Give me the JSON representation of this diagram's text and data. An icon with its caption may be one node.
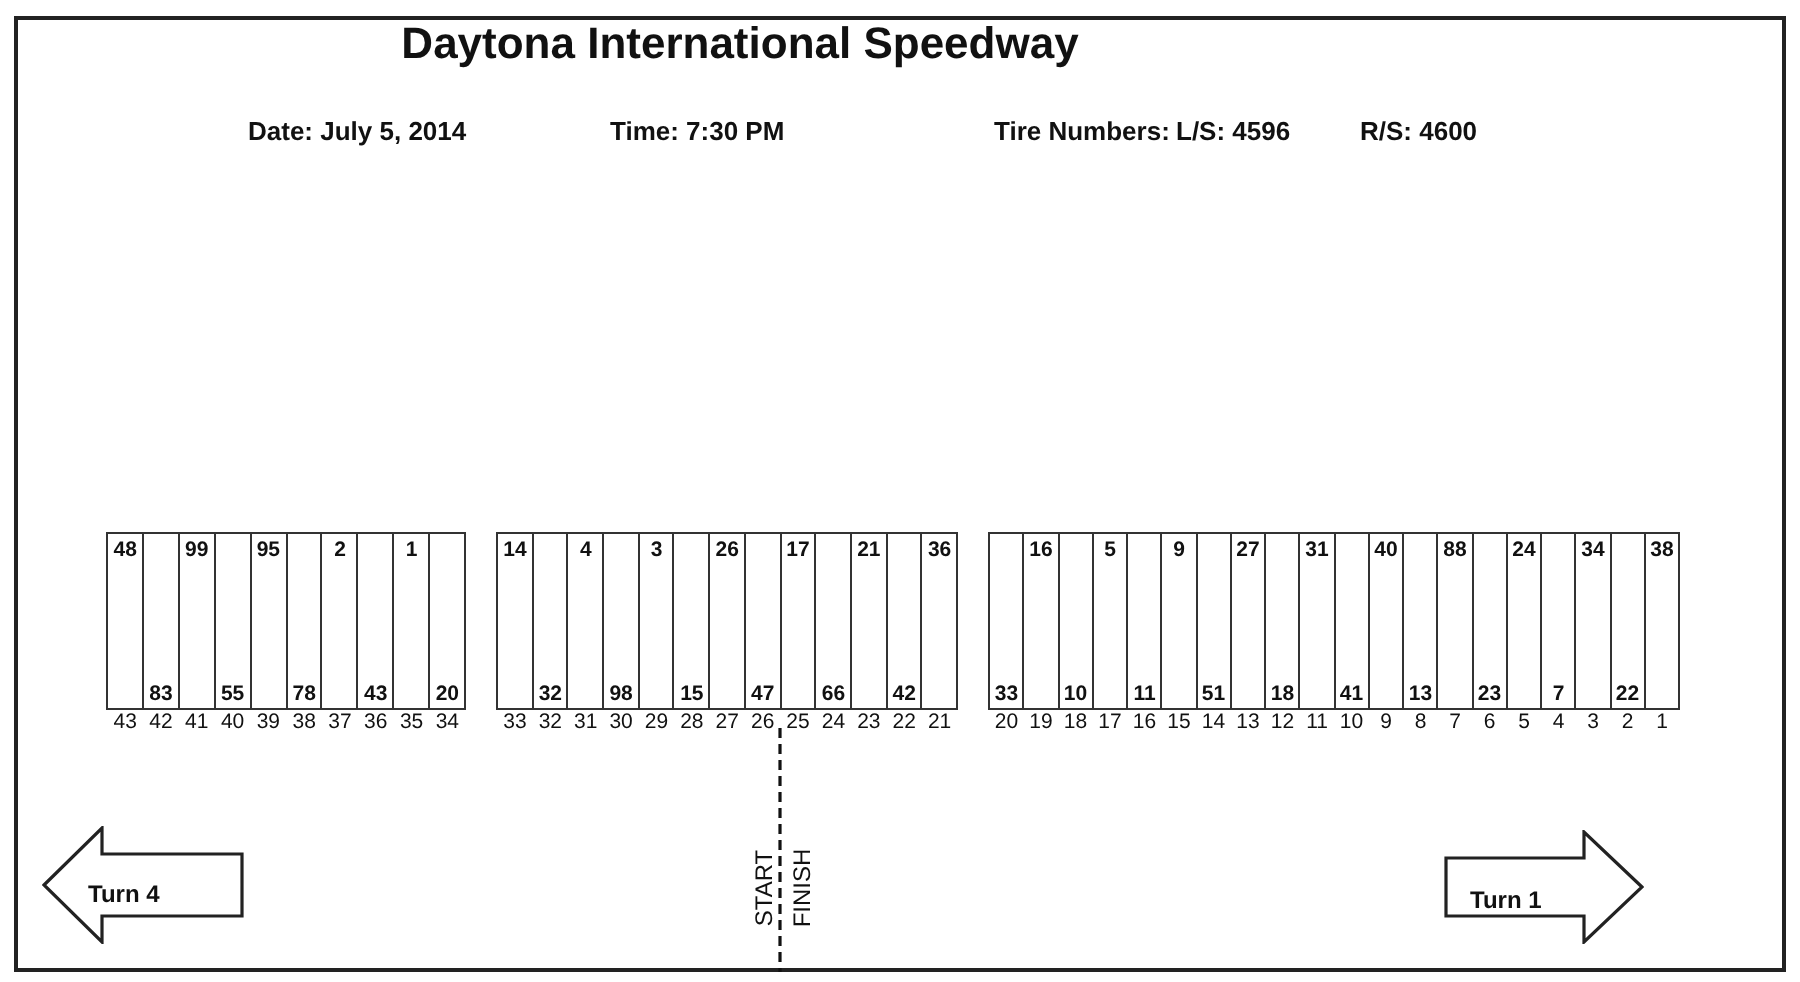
{
  "diagram": {
    "title": "Daytona International Speedway",
    "nodes": [
      {
        "text": [
          "48"
        ],
        "beside": [
          "43"
        ]
      },
      {
        "text": [
          "83"
        ],
        "beside": [
          "42"
        ]
      },
      {
        "text": [
          "99"
        ],
        "beside": [
          "41"
        ]
      },
      {
        "text": [
          "55"
        ],
        "beside": [
          "40"
        ]
      },
      {
        "text": [
          "95"
        ],
        "beside": [
          "39"
        ]
      },
      {
        "text": [
          "78"
        ],
        "beside": [
          "38"
        ]
      },
      {
        "text": [
          "2"
        ],
        "beside": [
          "37"
        ]
      },
      {
        "text": [
          "43"
        ],
        "beside": [
          "36"
        ]
      },
      {
        "text": [
          "1"
        ],
        "beside": [
          "35"
        ]
      },
      {
        "text": [
          "20"
        ],
        "beside": [
          "34"
        ]
      },
      {
        "text": [
          "14"
        ],
        "beside": [
          "33"
        ]
      },
      {
        "text": [
          "32"
        ],
        "beside": [
          "32"
        ]
      },
      {
        "text": [
          "4"
        ],
        "beside": [
          "31"
        ]
      },
      {
        "text": [
          "98"
        ],
        "beside": [
          "30"
        ]
      },
      {
        "text": [
          "3"
        ],
        "beside": [
          "29"
        ]
      },
      {
        "text": [
          "15"
        ],
        "beside": [
          "28"
        ]
      },
      {
        "text": [
          "26"
        ],
        "beside": [
          "27"
        ]
      },
      {
        "text": [
          "47"
        ],
        "beside": [
          "26"
        ]
      },
      {
        "text": [
          "17"
        ],
        "beside": [
          "25"
        ]
      },
      {
        "text": [
          "66"
        ],
        "beside": [
          "24"
        ]
      },
      {
        "text": [
          "21"
        ],
        "beside": [
          "23"
        ]
      },
      {
        "text": [
          "42"
        ],
        "beside": [
          "22"
        ]
      },
      {
        "text": [
          "36"
        ],
        "beside": [
          "21"
        ]
      },
      {
        "text": [
          "33"
        ],
        "beside": [
          "20"
        ]
      },
      {
        "text": [
          "16"
        ],
        "beside": [
          "19"
        ]
      },
      {
        "text": [
          "10"
        ],
        "beside": [
          "18"
        ]
      },
      {
        "text": [
          "5"
        ],
        "beside": [
          "17"
        ]
      },
      {
        "text": [
          "11"
        ],
        "beside": [
          "16"
        ]
      },
      {
        "text": [
          "9"
        ],
        "beside": [
          "15"
        ]
      },
      {
        "text": [
          "51"
        ],
        "beside": [
          "14"
        ]
      },
      {
        "text": [
          "27"
        ],
        "beside": [
          "13"
        ]
      },
      {
        "text": [
          "18"
        ],
        "beside": [
          "12"
        ]
      },
      {
        "text": [
          "31"
        ],
        "beside": [
          "11"
        ]
      },
      {
        "text": [
          "41"
        ],
        "beside": [
          "10"
        ]
      },
      {
        "text": [
          "40"
        ],
        "beside": [
          "9"
        ]
      },
      {
        "text": [
          "13"
        ],
        "beside": [
          "8"
        ]
      },
      {
        "text": [
          "88"
        ],
        "beside": [
          "7"
        ]
      },
      {
        "text": [
          "23"
        ],
        "beside": [
          "6"
        ]
      },
      {
        "text": [
          "24"
        ],
        "beside": [
          "5"
        ]
      },
      {
        "text": [
          "7"
        ],
        "beside": [
          "4"
        ]
      },
      {
        "text": [
          "34"
        ],
        "beside": [
          "3"
        ]
      },
      {
        "text": [
          "22"
        ],
        "beside": [
          "2"
        ]
      },
      {
        "text": [
          "38"
        ],
        "beside": [
          "1"
        ]
      },
      {
        "text": [
          "Turn 4"
        ]
      },
      {
        "text": [
          "Turn 1"
        ]
      }
    ],
    "labels": [
      "Date: July 5, 2014",
      "Time: 7:30 PM",
      "Tire Numbers:",
      "L/S: 4596",
      "R/S: 4600",
      "START",
      "FINISH"
    ]
  }
}
